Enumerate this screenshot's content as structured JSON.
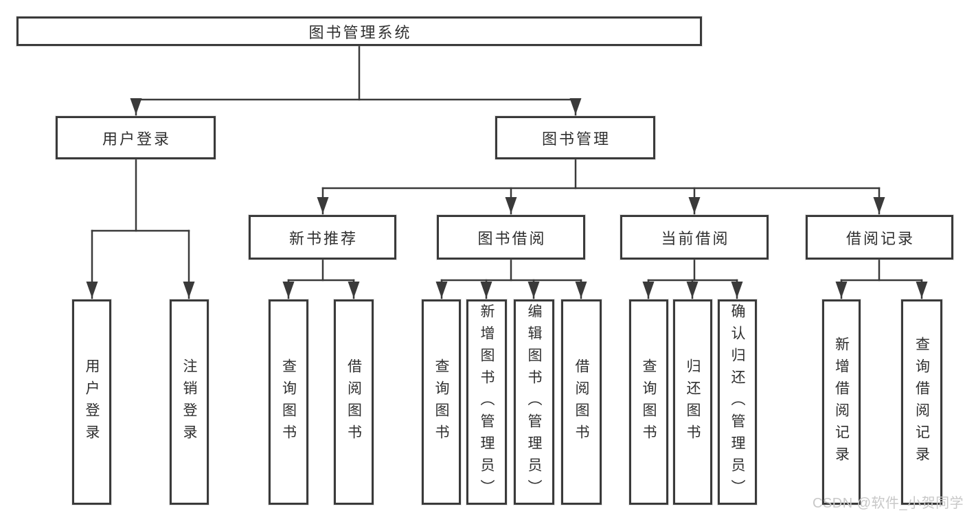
{
  "diagram": {
    "nodes": {
      "root": "图书管理系统",
      "user_login": "用户登录",
      "book_management": "图书管理",
      "login_user": "用户登录",
      "logout": "注销登录",
      "new_book_recommend": "新书推荐",
      "nbr_query_books": "查询图书",
      "nbr_borrow_books": "借阅图书",
      "book_borrow": "图书借阅",
      "bb_query_books": "查询图书",
      "bb_add_books": "新增图书（管理员）",
      "bb_edit_books": "编辑图书（管理员）",
      "bb_borrow_books": "借阅图书",
      "current_borrow": "当前借阅",
      "cb_query_books": "查询图书",
      "cb_return_books": "归还图书",
      "cb_confirm_return": "确认归还（管理员）",
      "borrow_records": "借阅记录",
      "br_add_record": "新增借阅记录",
      "br_query_record": "查询借阅记录"
    },
    "hierarchy": {
      "root": [
        "user_login",
        "book_management"
      ],
      "user_login": [
        "login_user",
        "logout"
      ],
      "book_management": [
        "new_book_recommend",
        "book_borrow",
        "current_borrow",
        "borrow_records"
      ],
      "new_book_recommend": [
        "nbr_query_books",
        "nbr_borrow_books"
      ],
      "book_borrow": [
        "bb_query_books",
        "bb_add_books",
        "bb_edit_books",
        "bb_borrow_books"
      ],
      "current_borrow": [
        "cb_query_books",
        "cb_return_books",
        "cb_confirm_return"
      ],
      "borrow_records": [
        "br_add_record",
        "br_query_record"
      ]
    }
  },
  "watermark": {
    "text": "CSDN @软件_小贺同学"
  },
  "colors": {
    "line": "#3a3a3a",
    "box_border": "#3a3a3a",
    "text": "#2f2f2f",
    "background": "#ffffff",
    "watermark": "#c8c8c8"
  }
}
